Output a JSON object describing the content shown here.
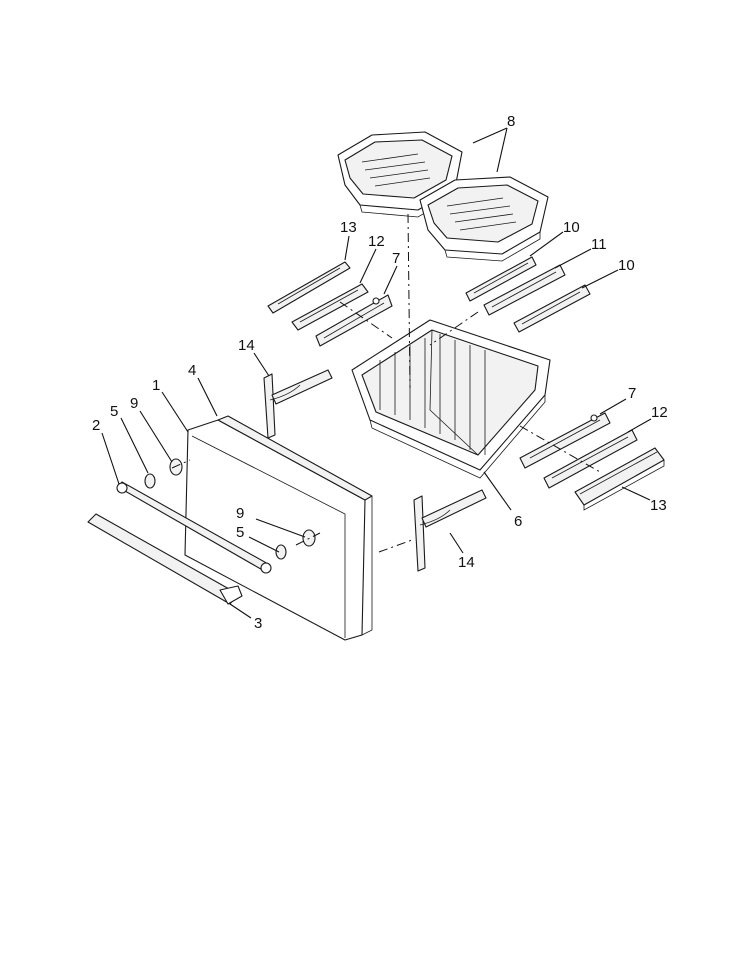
{
  "callouts": [
    {
      "id": "c8",
      "label": "8"
    },
    {
      "id": "c13a",
      "label": "13"
    },
    {
      "id": "c12a",
      "label": "12"
    },
    {
      "id": "c7a",
      "label": "7"
    },
    {
      "id": "c10a",
      "label": "10"
    },
    {
      "id": "c11",
      "label": "11"
    },
    {
      "id": "c10b",
      "label": "10"
    },
    {
      "id": "c14a",
      "label": "14"
    },
    {
      "id": "c4",
      "label": "4"
    },
    {
      "id": "c1",
      "label": "1"
    },
    {
      "id": "c9a",
      "label": "9"
    },
    {
      "id": "c5a",
      "label": "5"
    },
    {
      "id": "c2",
      "label": "2"
    },
    {
      "id": "c7b",
      "label": "7"
    },
    {
      "id": "c12b",
      "label": "12"
    },
    {
      "id": "c13b",
      "label": "13"
    },
    {
      "id": "c6",
      "label": "6"
    },
    {
      "id": "c9b",
      "label": "9"
    },
    {
      "id": "c5b",
      "label": "5"
    },
    {
      "id": "c14b",
      "label": "14"
    },
    {
      "id": "c3",
      "label": "3"
    }
  ],
  "colors": {
    "ink": "#1a1a1a",
    "paper": "#ffffff",
    "shade": "#f2f2f2"
  }
}
